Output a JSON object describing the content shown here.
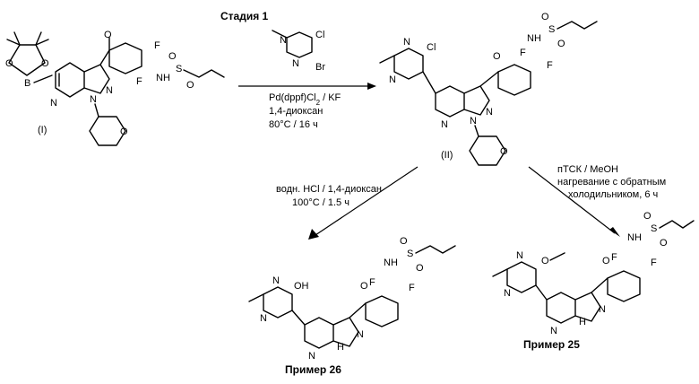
{
  "title": "Стадия 1",
  "reagents_top": [
    "Pd(dppf)Cl",
    "2",
    " / KF",
    "1,4-диоксан",
    "80°C / 16 ч"
  ],
  "reagents_left": [
    "водн. HCl / 1,4-диоксан",
    "100°C / 1.5 ч"
  ],
  "reagents_right": [
    "пТСК / MeOH",
    "нагревание с обратным",
    "холодильником, 6 ч"
  ],
  "compounds": {
    "I": "(I)",
    "II": "(II)",
    "ex26": "Пример 26",
    "ex25": "Пример 25"
  },
  "atoms": {
    "O": "O",
    "B": "B",
    "N": "N",
    "F": "F",
    "Cl": "Cl",
    "Br": "Br",
    "NH": "NH",
    "S": "S",
    "H": "H",
    "OH": "OH"
  }
}
